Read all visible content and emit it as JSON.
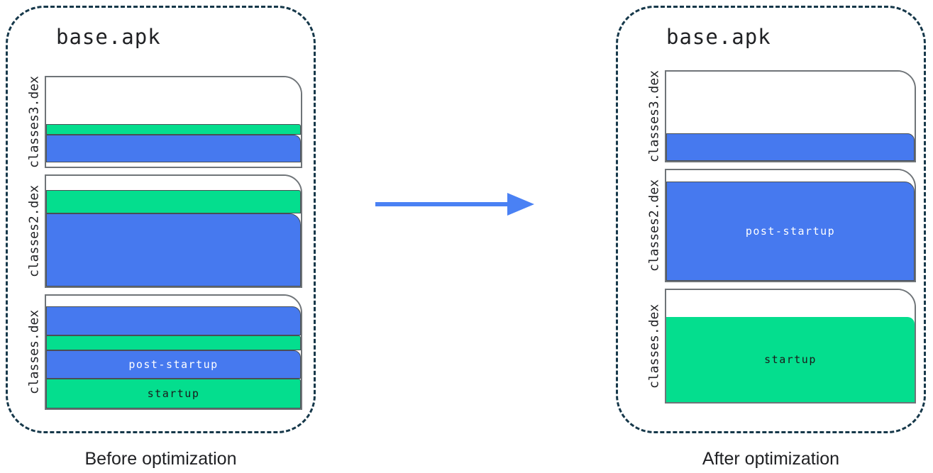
{
  "colors": {
    "blue": "#4679EF",
    "green": "#04DE8E",
    "arrow": "#4A81F4",
    "dash_border": "#16384A",
    "page_border": "#6F7478",
    "band_border": "#494F54",
    "text_dark": "#202124",
    "label_on_blue": "#FFFFFF",
    "label_on_green": "#1B1B1B"
  },
  "arrow": {
    "icon": "right-arrow-icon",
    "direction": "right"
  },
  "before": {
    "title": "base.apk",
    "caption": "Before optimization",
    "files": [
      {
        "name": "classes3.dex",
        "segments": [
          {
            "color": "white",
            "h": 66
          },
          {
            "color": "green",
            "h": 15,
            "r": 3
          },
          {
            "color": "blue",
            "h": 39,
            "r": 10
          }
        ]
      },
      {
        "name": "classes2.dex",
        "segments": [
          {
            "color": "white",
            "h": 20
          },
          {
            "color": "green",
            "h": 33,
            "r": 3
          },
          {
            "color": "blue",
            "h": 103,
            "r": 16
          }
        ]
      },
      {
        "name": "classes.dex",
        "segments": [
          {
            "color": "white",
            "h": 15
          },
          {
            "color": "blue",
            "h": 41,
            "r": 12
          },
          {
            "color": "green",
            "h": 21,
            "r": 3
          },
          {
            "color": "blue",
            "h": 40,
            "r": 10,
            "label": "post-startup"
          },
          {
            "color": "green",
            "h": 42,
            "r": 3,
            "label": "startup"
          }
        ]
      }
    ]
  },
  "after": {
    "title": "base.apk",
    "caption": "After optimization",
    "files": [
      {
        "name": "classes3.dex",
        "segments": [
          {
            "color": "white",
            "h": 87
          },
          {
            "color": "blue",
            "h": 39,
            "r": 10
          }
        ]
      },
      {
        "name": "classes2.dex",
        "segments": [
          {
            "color": "white",
            "h": 16
          },
          {
            "color": "blue",
            "h": 140,
            "r": 14,
            "label": "post-startup"
          }
        ]
      },
      {
        "name": "classes.dex",
        "segments": [
          {
            "color": "white",
            "h": 38
          },
          {
            "color": "green",
            "h": 120,
            "r": 10,
            "plain": true,
            "label": "startup"
          }
        ]
      }
    ]
  }
}
